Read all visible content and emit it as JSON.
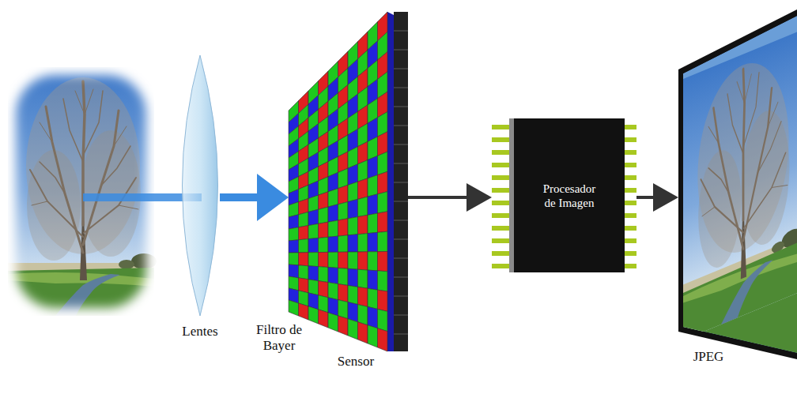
{
  "diagram": {
    "nodes": [
      {
        "text": [
          "Lentes"
        ]
      },
      {
        "text": [
          "Filtro de Bayer"
        ]
      },
      {
        "text": [
          "Sensor"
        ]
      },
      {
        "text": [
          "Procesador de Imagen"
        ]
      },
      {
        "text": [
          "JPEG"
        ]
      }
    ],
    "edges": [
      {
        "from": 0,
        "to": 1,
        "arrow": "to"
      },
      {
        "from": 2,
        "to": 3,
        "arrow": "to"
      },
      {
        "from": 3,
        "to": 4,
        "arrow": "to"
      }
    ]
  }
}
